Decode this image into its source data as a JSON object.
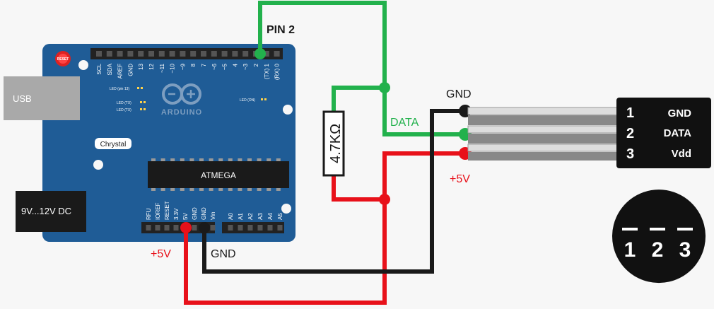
{
  "board": {
    "usb_label": "USB",
    "power_jack_label": "9V...12V DC",
    "brand": "ARDUINO",
    "variant_badge": "Chrystal",
    "chip_label": "ATMEGA",
    "reset_label": "RESET",
    "digital_headers": [
      "SCL",
      "SDA",
      "AREF",
      "GND",
      "13",
      "12",
      "~11",
      "~10",
      "~9",
      "8",
      "7",
      "~6",
      "~5",
      "4",
      "~3",
      "2",
      "(TX) 1",
      "(RX) 0"
    ],
    "power_headers": [
      "RFU",
      "IOREF",
      "RESET",
      "3.3V",
      "5V",
      "GND",
      "GND",
      "Vin"
    ],
    "analog_headers": [
      "A0",
      "A1",
      "A2",
      "A3",
      "A4",
      "A5"
    ],
    "led_labels": [
      "LED (pin 13)",
      "LED (TX)",
      "LED (TX)",
      "LED (ON)"
    ]
  },
  "labels": {
    "pin2": "PIN 2",
    "resistor": "4.7KΩ",
    "data_wire": "DATA",
    "gnd_right": "GND",
    "plus5v_right": "+5V",
    "plus5v_left": "+5V",
    "gnd_left": "GND"
  },
  "sensor": {
    "pins": [
      {
        "num": "1",
        "name": "GND"
      },
      {
        "num": "2",
        "name": "DATA"
      },
      {
        "num": "3",
        "name": "Vdd"
      }
    ],
    "bottom_view_numbers": [
      "1",
      "2",
      "3"
    ]
  },
  "colors": {
    "board": "#1f5c96",
    "wire_green": "#22b14c",
    "wire_red": "#e8111a",
    "wire_black": "#1a1a1a",
    "label_green": "#22b14c",
    "label_red": "#e8111a"
  }
}
